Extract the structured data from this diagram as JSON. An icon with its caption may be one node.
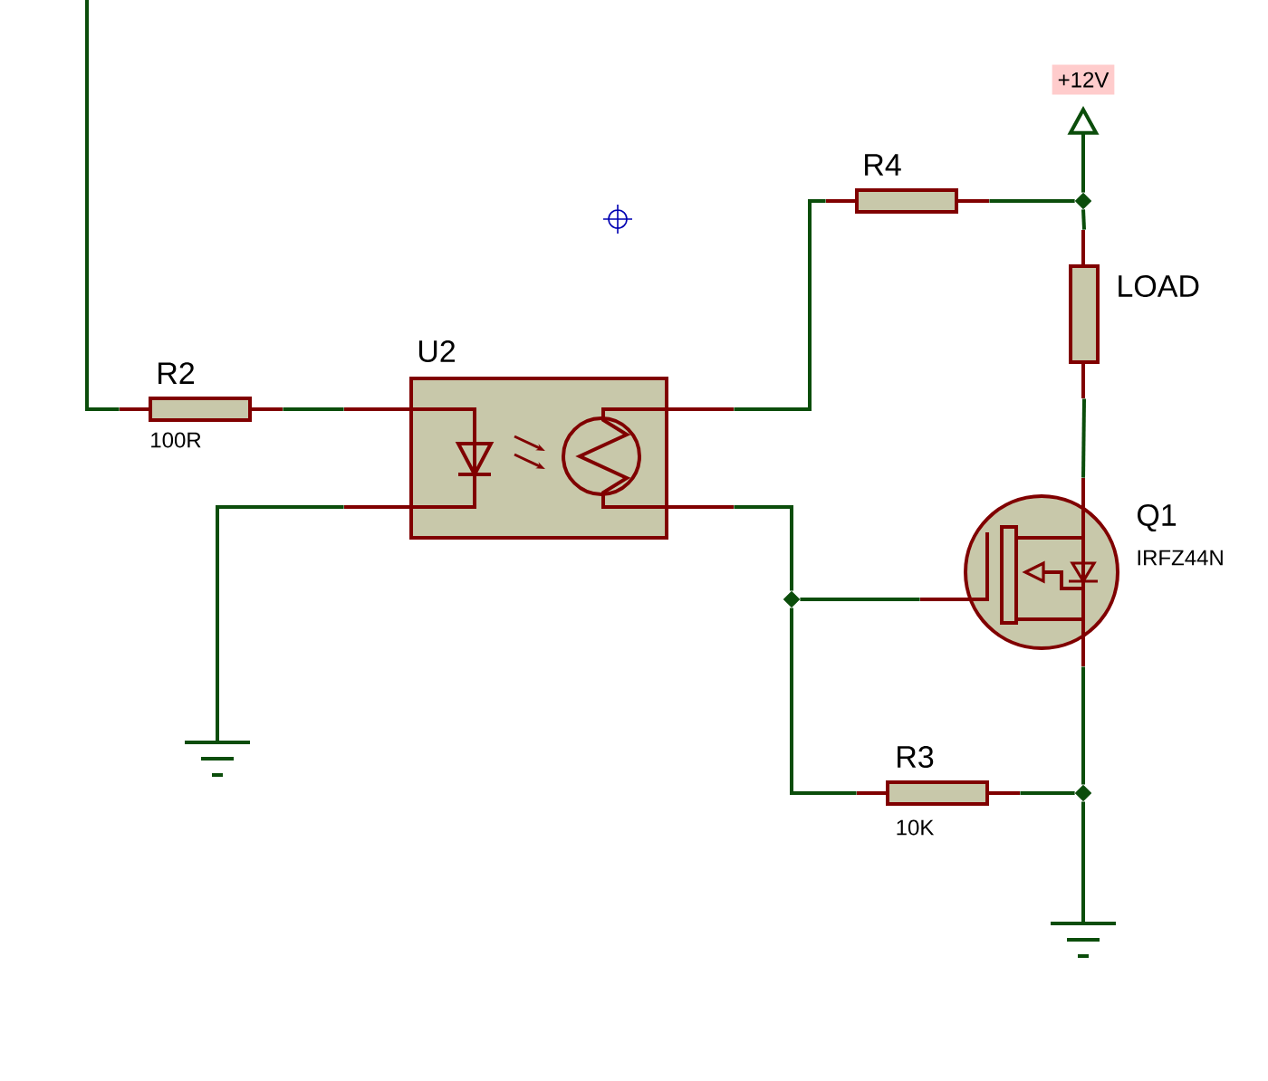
{
  "diagram": {
    "nodes": [
      {
        "text": [
          "R2",
          "100R"
        ]
      },
      {
        "text": [
          "U2"
        ]
      },
      {
        "text": [
          "R4"
        ]
      },
      {
        "text": [
          "+12V"
        ]
      },
      {
        "text": [
          "LOAD"
        ]
      },
      {
        "text": [
          "Q1",
          "IRFZ44N"
        ]
      },
      {
        "text": [
          "R3",
          "10K"
        ]
      },
      {
        "text": [],
        "shape": "ground"
      },
      {
        "text": [],
        "shape": "ground"
      },
      {
        "text": [],
        "shape": "diamond"
      },
      {
        "text": [],
        "shape": "diamond"
      },
      {
        "text": [],
        "shape": "diamond"
      }
    ],
    "edges": [
      {
        "from": null,
        "to": 0,
        "arrow": "none"
      },
      {
        "from": 0,
        "to": 1,
        "arrow": "none"
      },
      {
        "from": 1,
        "to": 7,
        "arrow": "none"
      },
      {
        "from": 1,
        "to": 2,
        "arrow": "none"
      },
      {
        "from": 2,
        "to": 9,
        "arrow": "none"
      },
      {
        "from": 9,
        "to": 3,
        "arrow": "to"
      },
      {
        "from": 9,
        "to": 4,
        "arrow": "none"
      },
      {
        "from": 4,
        "to": 5,
        "arrow": "none"
      },
      {
        "from": 1,
        "to": 10,
        "arrow": "none"
      },
      {
        "from": 10,
        "to": 5,
        "arrow": "none"
      },
      {
        "from": 10,
        "to": 6,
        "arrow": "none"
      },
      {
        "from": 5,
        "to": 11,
        "arrow": "none"
      },
      {
        "from": 6,
        "to": 11,
        "arrow": "none"
      },
      {
        "from": 11,
        "to": 8,
        "arrow": "none"
      }
    ]
  }
}
